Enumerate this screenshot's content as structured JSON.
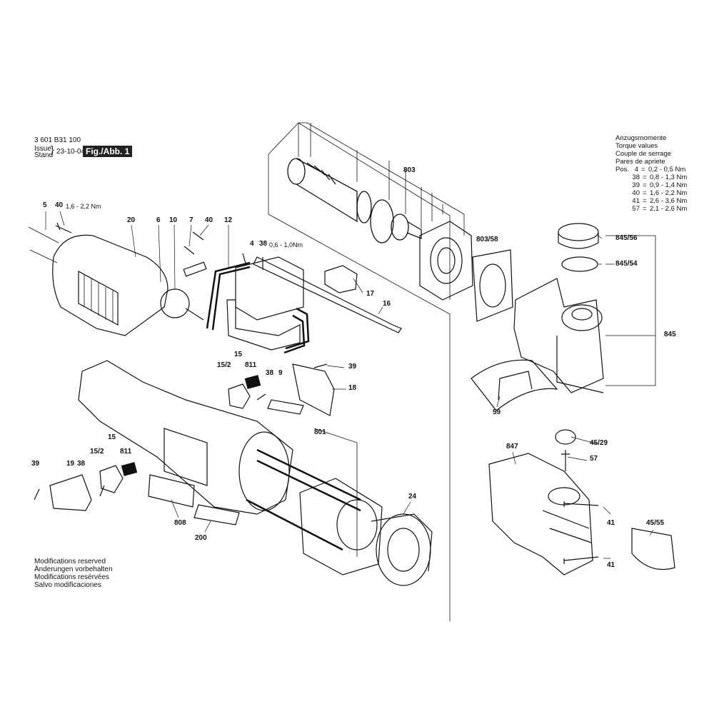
{
  "header": {
    "doc_number": "3 601 B31 100",
    "issue_label": "Issue",
    "stand_label": "Stand",
    "date": "23-10-04",
    "figure_label": "Fig./Abb. 1"
  },
  "torque": {
    "titles": [
      "Anzugsmomente",
      "Torque values",
      "Couple de serrage",
      "Pares de apriete"
    ],
    "pos_label": "Pos.",
    "rows": [
      {
        "pos": "4",
        "value": "0,2 - 0,5 Nm"
      },
      {
        "pos": "38",
        "value": "0,8 - 1,3 Nm"
      },
      {
        "pos": "39",
        "value": "0,9 - 1,4 Nm"
      },
      {
        "pos": "40",
        "value": "1,6 - 2,2 Nm"
      },
      {
        "pos": "41",
        "value": "2,6 - 3,6 Nm"
      },
      {
        "pos": "57",
        "value": "2,1 - 2,6 Nm"
      }
    ]
  },
  "inline_torque": {
    "t40": "1,6 - 2,2 Nm",
    "t38": "0,6 - 1,0Nm"
  },
  "footer": {
    "lines": [
      "Modifications reserved",
      "Änderungen vorbehalten",
      "Modifications resérvées",
      "Salvo modificaciones"
    ]
  },
  "parts": {
    "p5": "5",
    "p40a": "40",
    "p20": "20",
    "p6": "6",
    "p10": "10",
    "p7": "7",
    "p40b": "40",
    "p12": "12",
    "p4": "4",
    "p38a": "38",
    "p803": "803",
    "p803_58": "803/58",
    "p17": "17",
    "p16": "16",
    "p845_56": "845/56",
    "p845_54": "845/54",
    "p845": "845",
    "p15a": "15",
    "p15_2a": "15/2",
    "p811a": "811",
    "p38b": "38",
    "p9": "9",
    "p39a": "39",
    "p18": "18",
    "p59": "59",
    "p801": "801",
    "p15b": "15",
    "p15_2b": "15/2",
    "p811b": "811",
    "p39b": "39",
    "p19": "19",
    "p38c": "38",
    "p808": "808",
    "p200": "200",
    "p24": "24",
    "p847": "847",
    "p45_29": "45/29",
    "p57": "57",
    "p41a": "41",
    "p41b": "41",
    "p45_55": "45/55"
  }
}
